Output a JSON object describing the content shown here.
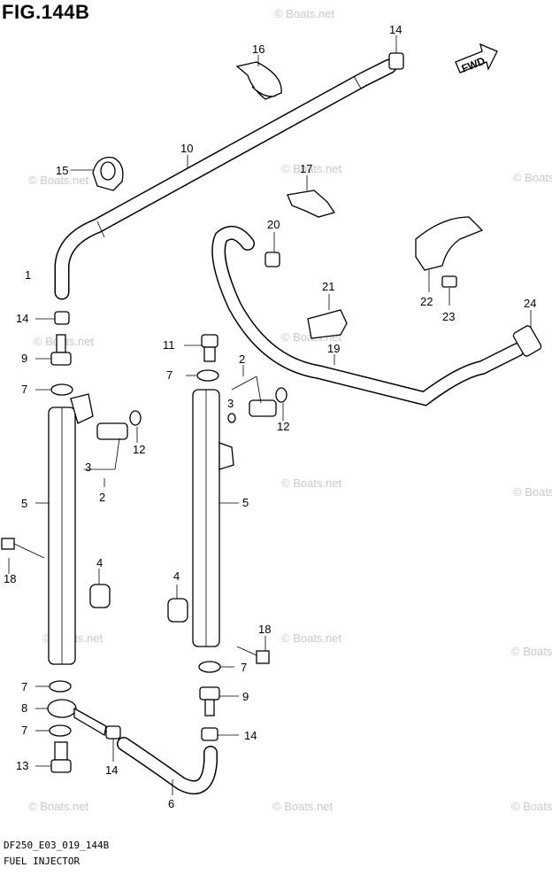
{
  "title": "FIG.144B",
  "watermark": "© Boats.net",
  "fwd_label": "FWD",
  "footer": {
    "code": "DF250_E03_019_144B",
    "name": "FUEL INJECTOR"
  },
  "callouts": [
    "14",
    "16",
    "10",
    "15",
    "17",
    "20",
    "1",
    "21",
    "22",
    "23",
    "24",
    "19",
    "14",
    "9",
    "11",
    "7",
    "7",
    "2",
    "3",
    "12",
    "3",
    "12",
    "2",
    "5",
    "5",
    "18",
    "4",
    "4",
    "18",
    "7",
    "7",
    "9",
    "8",
    "14",
    "7",
    "14",
    "13",
    "6"
  ]
}
